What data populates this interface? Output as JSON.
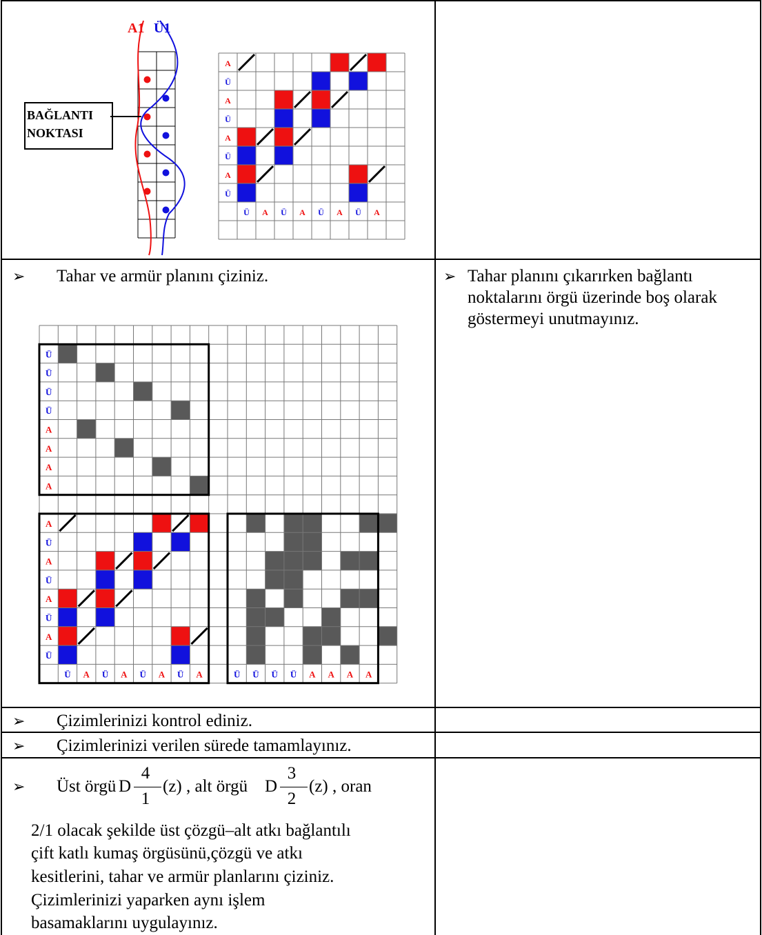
{
  "figure1": {
    "warp_label_a": "A1",
    "warp_label_u": "Ü1",
    "callout": [
      "BAĞLANTI",
      "NOKTASI"
    ],
    "row_labels": [
      "A",
      "Ü",
      "A",
      "Ü",
      "A",
      "Ü",
      "A",
      "Ü"
    ],
    "col_labels": [
      "Ü",
      "A",
      "Ü",
      "A",
      "Ü",
      "A",
      "Ü",
      "A"
    ]
  },
  "row2": {
    "left_text": "Tahar ve armür planını çiziniz.",
    "right_text": "Tahar planını çıkarırken bağlantı noktalarını örgü üzerinde boş olarak göstermeyi unutmayınız."
  },
  "figure2": {
    "tahar_row_labels": [
      "Ü",
      "Ü",
      "Ü",
      "Ü",
      "A",
      "A",
      "A",
      "A"
    ],
    "weave_row_labels": [
      "A",
      "Ü",
      "A",
      "Ü",
      "A",
      "Ü",
      "A",
      "Ü"
    ],
    "weave_col_labels": [
      "Ü",
      "A",
      "Ü",
      "A",
      "Ü",
      "A",
      "Ü",
      "A"
    ],
    "armur_col_labels": [
      "Ü",
      "Ü",
      "Ü",
      "Ü",
      "A",
      "A",
      "A",
      "A"
    ]
  },
  "row3": {
    "text": "Çizimlerinizi kontrol ediniz."
  },
  "row4": {
    "text": "Çizimlerinizi verilen sürede tamamlayınız."
  },
  "row5": {
    "pre1": "Üst örgü",
    "d1": "D",
    "num1": "4",
    "den1": "1",
    "z1": "(z)",
    "mid": ", alt örgü",
    "d2": "D",
    "num2": "3",
    "den2": "2",
    "z2": "(z)",
    "post": ", oran",
    "lines": [
      "2/1 olacak şekilde üst çözgü–alt atkı bağlantılı",
      "çift katlı kumaş örgüsünü,çözgü ve atkı",
      "kesitlerini, tahar ve armür planlarını çiziniz.",
      "Çizimlerinizi yaparken aynı işlem",
      "basamaklarını uygulayınız."
    ]
  },
  "colors": {
    "red": "#ee1111",
    "blue": "#1111dd",
    "gray": "#595959"
  }
}
